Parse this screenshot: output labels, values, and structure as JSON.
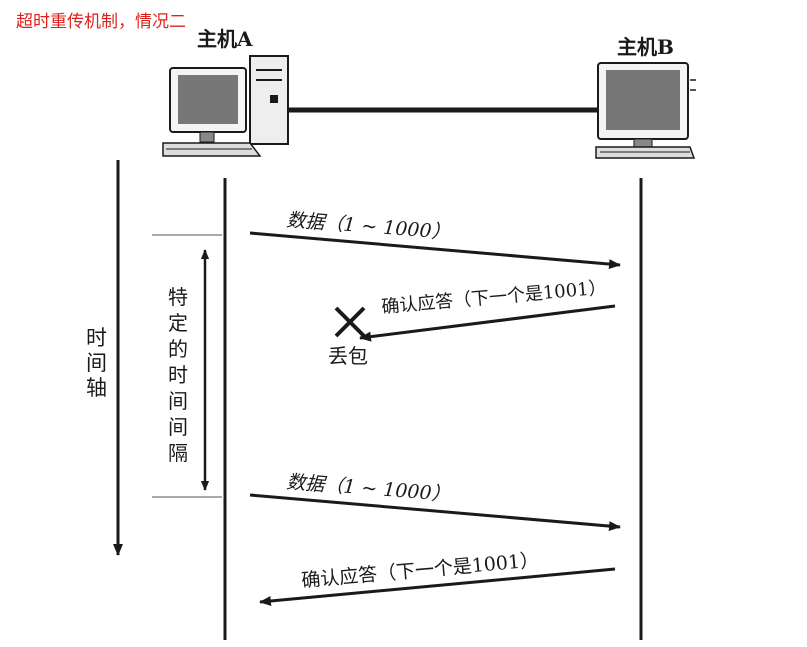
{
  "title": "超时重传机制，情况二",
  "host_a": "主机A",
  "host_b": "主机B",
  "time_axis": [
    "时",
    "间",
    "轴"
  ],
  "interval": [
    "特",
    "定",
    "的",
    "时",
    "间",
    "间",
    "隔"
  ],
  "msg1": "数据（1 ~ 1000）",
  "ack1": "确认应答（下一个是1001）",
  "loss": "丢包",
  "msg2": "数据（1 ~ 1000）",
  "ack2": "确认应答（下一个是1001）",
  "colors": {
    "title": "#e0201c",
    "ink": "#1a1a1a"
  }
}
